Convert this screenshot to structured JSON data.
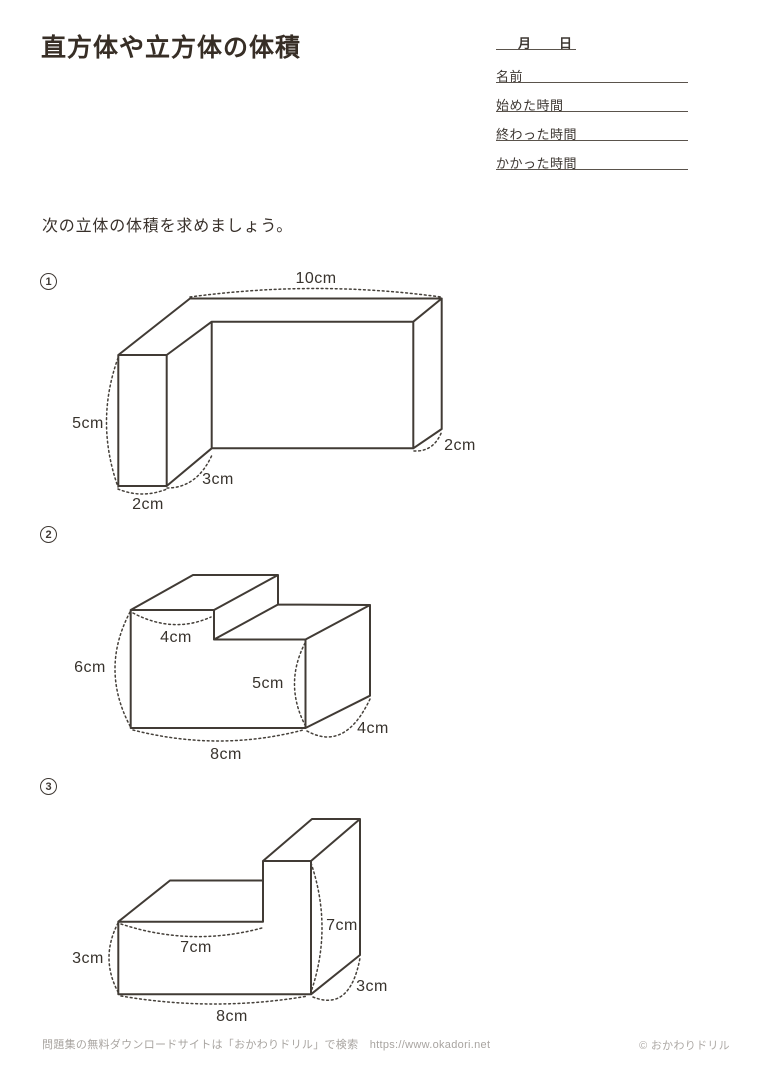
{
  "page": {
    "title": "直方体や立方体の体積"
  },
  "header": {
    "month_label": "月",
    "day_label": "日",
    "fields": [
      {
        "label": "名前"
      },
      {
        "label": "始めた時間"
      },
      {
        "label": "終わった時間"
      },
      {
        "label": "かかった時間"
      }
    ]
  },
  "instruction": "次の立体の体積を求めましょう。",
  "problems": [
    {
      "number": "1",
      "figure": "L字型の直方体の組み合わせ（横向きL字柱）",
      "dims": {
        "top": "10cm",
        "height_left": "5cm",
        "bottom_left": "2cm",
        "step_depth": "3cm",
        "right_depth": "2cm"
      }
    },
    {
      "number": "2",
      "figure": "階段型の直方体の組み合わせ",
      "dims": {
        "top_left": "4cm",
        "height_left": "6cm",
        "height_right": "5cm",
        "bottom": "8cm",
        "right_depth": "4cm"
      }
    },
    {
      "number": "3",
      "figure": "L字型の直方体の組み合わせ（いす型）",
      "dims": {
        "height_left": "3cm",
        "top_middle": "7cm",
        "height_right": "7cm",
        "bottom": "8cm",
        "right_depth": "3cm"
      }
    }
  ],
  "footer": {
    "left": "問題集の無料ダウンロードサイトは「おかわりドリル」で検索　https://www.okadori.net",
    "right": "© おかわりドリル"
  }
}
